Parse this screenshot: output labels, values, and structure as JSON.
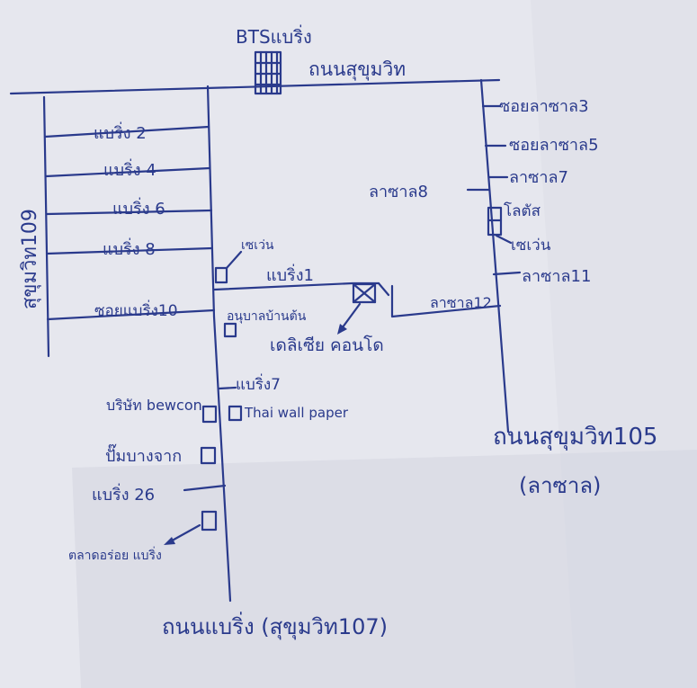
{
  "labels": {
    "bts_station": "BTSแบริ่ง",
    "sukhumvit_road": "ถนนสุขุมวิท",
    "sukhumvit_109": "สุขุมวิท109",
    "bearing_2": "แบริ่ง 2",
    "bearing_4": "แบริ่ง 4",
    "bearing_6": "แบริ่ง 6",
    "bearing_8": "แบริ่ง 8",
    "soi_bearing_10": "ซอยแบริ่ง10",
    "seven_eleven_left": "เซเว่น",
    "bearing_1": "แบริ่ง1",
    "anubal_ban_tan": "อนุบาลบ้านต้น",
    "delicia_condo": "เดลิเซีย คอนโด",
    "bearing_7": "แบริ่ง7",
    "bewcon": "บริษัท bewcon",
    "thai_wall_paper": "Thai wall paper",
    "gas_station": "ปั๊มบางจาก",
    "bearing_26": "แบริ่ง 26",
    "bearing_market": "ตลาดอร่อย แบริ่ง",
    "bearing_road": "ถนนแบริ่ง (สุขุมวิท107)",
    "soi_lasalle_3": "ซอยลาซาล3",
    "soi_lasalle_5": "ซอยลาซาล5",
    "lasalle_7": "ลาซาล7",
    "lasalle_8": "ลาซาล8",
    "lotus": "โลตัส",
    "seven_eleven_right": "เซเว่น",
    "lasalle_11": "ลาซาล11",
    "lasalle_12": "ลาซาล12",
    "sukhumvit_105": "ถนนสุขุมวิท105",
    "lasalle_paren": "(ลาซาล)"
  },
  "colors": {
    "ink": "#2a3a8c",
    "paper": "#e6e7ee",
    "paper_shadow": "#c9ccd6"
  }
}
